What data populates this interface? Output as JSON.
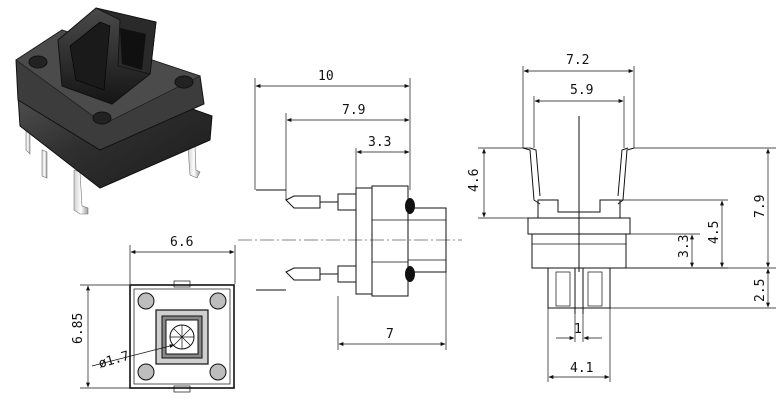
{
  "dimensions": {
    "side_total_length": "10",
    "side_pin_length": "7.9",
    "side_body_to_pin": "3.3",
    "side_body_depth": "7",
    "top_width": "6.6",
    "top_height": "6.85",
    "top_cap_diameter": "ø1.7",
    "front_pin_span_outer": "7.2",
    "front_pin_span_inner": "5.9",
    "front_pin_height": "4.6",
    "front_body_height": "4.5",
    "front_base_height": "3.3",
    "front_total_height": "7.9",
    "front_actuator_protrusion": "2.5",
    "front_actuator_width": "1",
    "front_actuator_base": "4.1"
  },
  "colors": {
    "line": "#111111",
    "body": "#3a3a3a",
    "background": "#ffffff"
  }
}
